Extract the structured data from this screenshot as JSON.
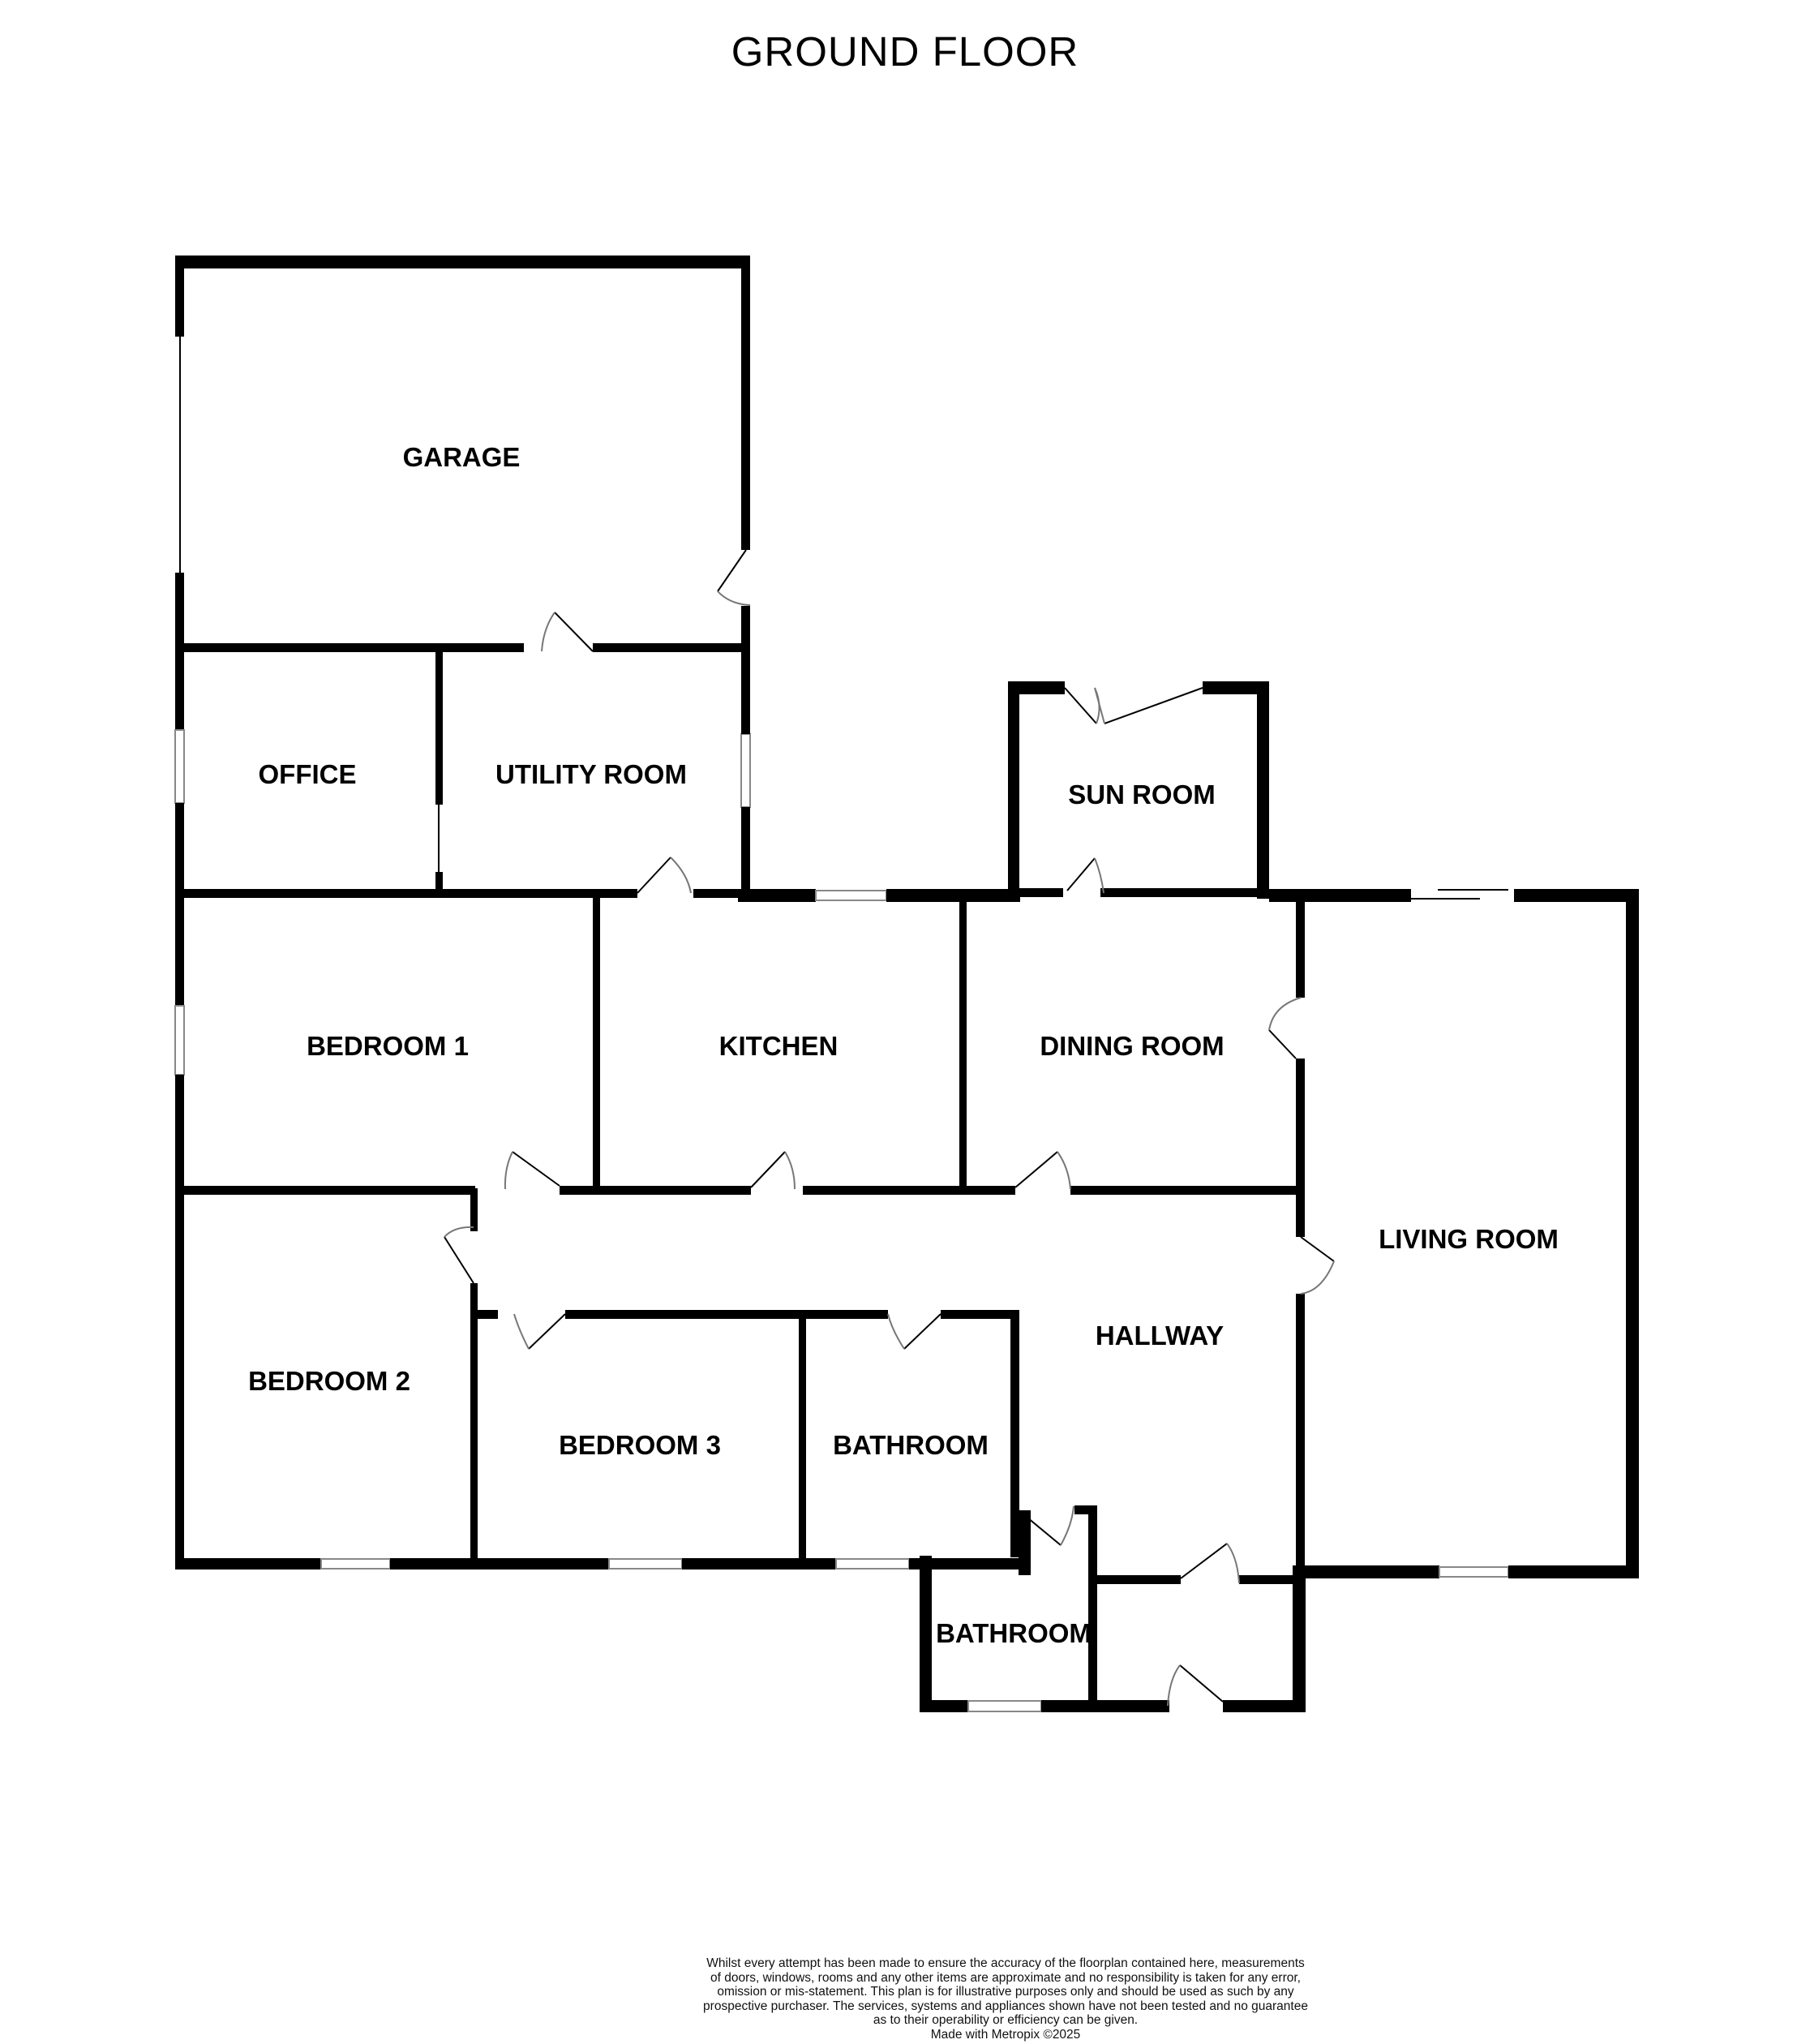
{
  "title": "GROUND FLOOR",
  "rooms": {
    "garage": "GARAGE",
    "office": "OFFICE",
    "utility_room": "UTILITY ROOM",
    "sun_room": "SUN ROOM",
    "bedroom_1": "BEDROOM 1",
    "kitchen": "KITCHEN",
    "dining_room": "DINING ROOM",
    "living_room": "LIVING ROOM",
    "hallway": "HALLWAY",
    "bedroom_2": "BEDROOM 2",
    "bedroom_3": "BEDROOM 3",
    "bathroom_main": "BATHROOM",
    "bathroom_small": "BATHROOM"
  },
  "disclaimer": {
    "line1": "Whilst every attempt has been made to ensure the accuracy of the floorplan contained here, measurements",
    "line2": "of doors, windows, rooms and any other items are approximate and no responsibility is taken for any error,",
    "line3": "omission or mis-statement. This plan is for illustrative purposes only and should be used as such by any",
    "line4": "prospective purchaser. The services, systems and appliances shown have not been tested and no guarantee",
    "line5": "as to their operability or efficiency can be given.",
    "credit": "Made with Metropix ©2025"
  },
  "colors": {
    "wall": "#000000",
    "background": "#ffffff",
    "door_arc": "#777777"
  }
}
